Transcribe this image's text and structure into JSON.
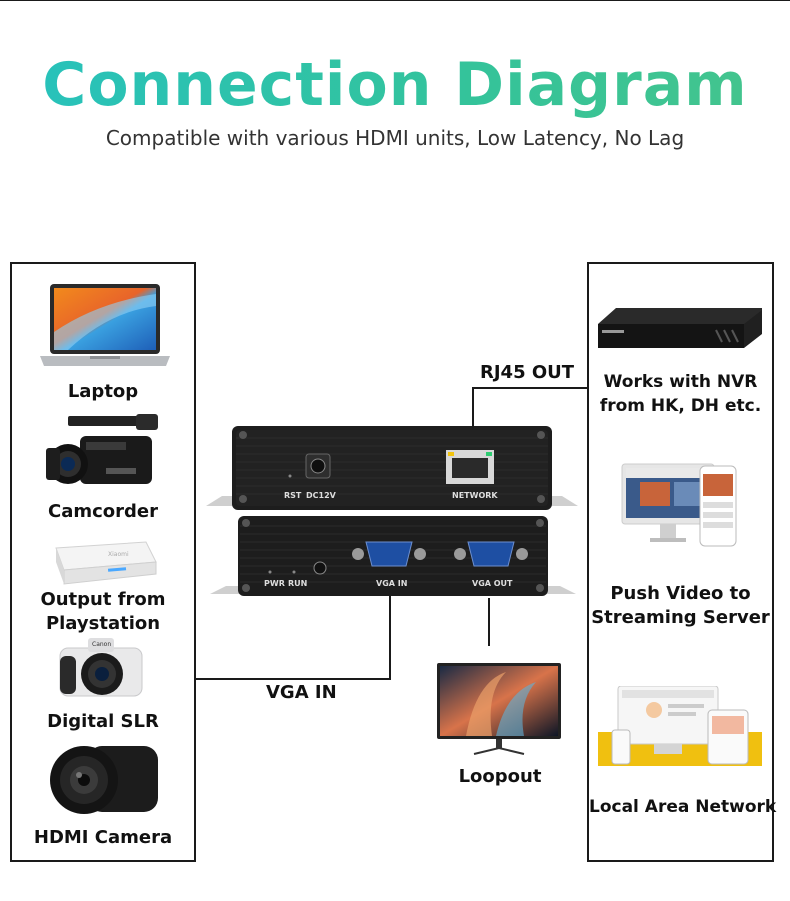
{
  "header": {
    "title": "Connection Diagram",
    "subtitle": "Compatible with various HDMI units, Low Latency, No Lag"
  },
  "sources": [
    {
      "label": "Laptop",
      "icon": "laptop-icon"
    },
    {
      "label": "Camcorder",
      "icon": "camcorder-icon"
    },
    {
      "label": "Output from Playstation",
      "icon": "playstation-icon"
    },
    {
      "label": "Digital SLR",
      "icon": "dslr-camera-icon"
    },
    {
      "label": "HDMI Camera",
      "icon": "hdmi-camera-icon"
    }
  ],
  "destinations": [
    {
      "label": "Works with NVR from HK, DH etc.",
      "icon": "nvr-recorder-icon"
    },
    {
      "label": "Push Video to Streaming Server",
      "icon": "streaming-screens-icon"
    },
    {
      "label": "Local Area Network",
      "icon": "lan-devices-icon"
    }
  ],
  "connections": {
    "input": "VGA IN",
    "output": "RJ45 OUT",
    "loopout": "Loopout"
  },
  "device": {
    "rear_labels": {
      "reset": "RST",
      "power": "DC12V",
      "network": "NETWORK"
    },
    "front_labels": {
      "pwr": "PWR",
      "run": "RUN",
      "vga_in": "VGA IN",
      "vga_out": "VGA OUT"
    }
  },
  "colors": {
    "title_accent": "#2cc3b4",
    "device_body": "#1c1c1c",
    "vga_port": "#1e4fa3"
  }
}
